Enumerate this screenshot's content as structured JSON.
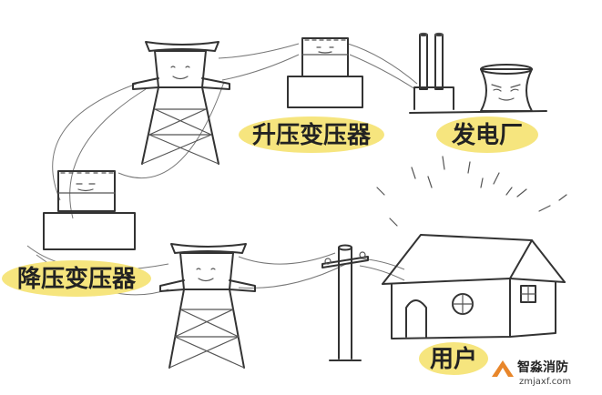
{
  "labels": {
    "step_up": "升压变压器",
    "power_plant": "发电厂",
    "step_down": "降压变压器",
    "user": "用户"
  },
  "watermark": {
    "name": "智淼消防",
    "url": "zmjaxf.com"
  },
  "colors": {
    "highlight": "#f6e57e",
    "ink": "#333333",
    "logo_orange": "#e8862a"
  },
  "icons": [
    "power-plant-icon",
    "tower-icon",
    "transformer-icon",
    "pole-icon",
    "house-icon",
    "watermark-logo-icon"
  ]
}
